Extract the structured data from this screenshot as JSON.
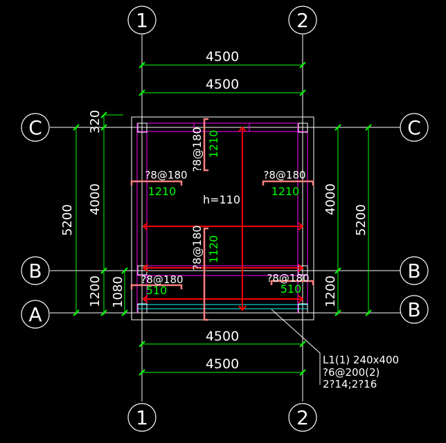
{
  "grid_axes": {
    "top_1": "1",
    "top_2": "2",
    "bottom_1": "1",
    "bottom_2": "2",
    "left_c": "C",
    "left_b": "B",
    "left_a": "A",
    "right_c": "C",
    "right_b_upper": "B",
    "right_b_lower": "B"
  },
  "dimensions": {
    "top_overall": "4500",
    "top_inner": "4500",
    "bottom_inner": "4500",
    "bottom_overall": "4500",
    "left_320": "320",
    "left_4000": "4000",
    "left_1200": "1200",
    "left_1080": "1080",
    "left_5200": "5200",
    "right_4000": "4000",
    "right_1200": "1200",
    "right_5200": "5200"
  },
  "rebar": {
    "top_spec": "?8@180",
    "top_len": "1210",
    "left_spec": "?8@180",
    "left_len": "1210",
    "right_spec": "?8@180",
    "right_len": "1210",
    "mid_spec": "?8@180",
    "mid_len": "1120",
    "bottom_left_spec": "?8@180",
    "bottom_left_len": "510",
    "bottom_right_spec": "?8@180",
    "bottom_right_len": "510"
  },
  "slab_thickness": "h=110",
  "beam_note": {
    "line1": "L1(1) 240x400",
    "line2": "?6@200(2)",
    "line3": "2?14;2?16"
  },
  "colors": {
    "background": "#000000",
    "grid_line": "#ffffff",
    "dimension_line": "#00ff00",
    "rebar_main": "#ff0000",
    "rebar_dist": "#ff00ff",
    "bracket": "#ff8080",
    "beam_hatch": "#00ffff"
  }
}
